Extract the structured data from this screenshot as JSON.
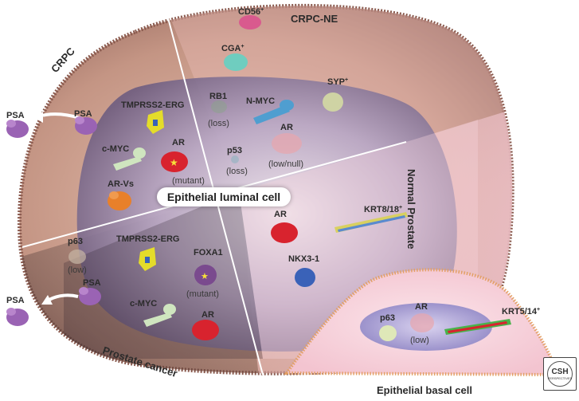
{
  "regions": {
    "crpc": "CRPC",
    "crpc_ne": "CRPC-NE",
    "normal_prostate": "Normal Prostate",
    "prostate_cancer": "Prostate cancer",
    "epithelial_luminal_cell": "Epithelial luminal cell",
    "epithelial_basal_cell": "Epithelial basal cell"
  },
  "crpc": {
    "psa_secreted": "PSA",
    "psa": "PSA",
    "tmprss2_erg": "TMPRSS2-ERG",
    "c_myc": "c-MYC",
    "ar": "AR",
    "ar_note": "(mutant)",
    "ar_vs": "AR-Vs"
  },
  "crpc_ne": {
    "cd56": "CD56",
    "cga": "CGA",
    "syp": "SYP",
    "rb1": "RB1",
    "rb1_note": "(loss)",
    "n_myc": "N-MYC",
    "p53": "p53",
    "p53_note": "(loss)",
    "ar": "AR",
    "ar_note": "(low/null)",
    "positive_mark": "+"
  },
  "prostate_cancer": {
    "p63": "p63",
    "p63_note": "(low)",
    "psa_secreted": "PSA",
    "psa": "PSA",
    "tmprss2_erg": "TMPRSS2-ERG",
    "foxa1": "FOXA1",
    "foxa1_note": "(mutant)",
    "c_myc": "c-MYC",
    "ar": "AR"
  },
  "normal_prostate": {
    "ar": "AR",
    "nkx3_1": "NKX3-1",
    "krt8_18": "KRT8/18",
    "positive_mark": "+"
  },
  "basal_cell": {
    "p63": "p63",
    "ar": "AR",
    "ar_note": "(low)",
    "krt5_14": "KRT5/14",
    "positive_mark": "+"
  },
  "logo": {
    "top": "CSH",
    "bottom": "PERSPECTIVES"
  },
  "colors": {
    "outer_cell": "#c49584",
    "nucleus": "#8e7e9e",
    "tmprss2_erg": "#e4dc2a",
    "c_myc": "#cfe5bf",
    "ar_mutant": "#d8232e",
    "ar_vs": "#e8802a",
    "psa": "#9a63b4",
    "cd56": "#d95a8e",
    "cga": "#6fcdbf",
    "syp": "#cfd3a4",
    "n_myc": "#4f9ed0",
    "nkx3_1": "#3a62b8",
    "foxa1": "#7a4a8e",
    "krt_yellow": "#d8d060",
    "krt_blue": "#5a8ad0",
    "krt_green": "#49b24a"
  }
}
